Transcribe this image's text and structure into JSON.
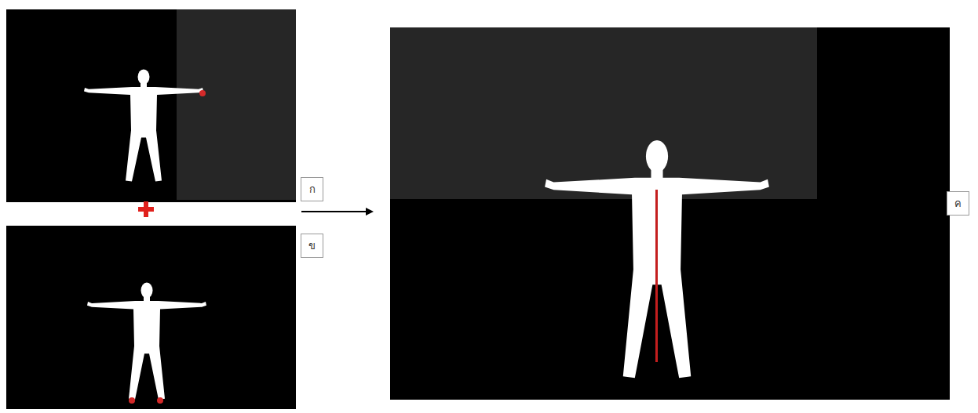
{
  "diagram": {
    "nodes": [
      {
        "text": [
          "ก"
        ]
      },
      {
        "text": [
          "ข"
        ]
      },
      {
        "text": [
          "ค"
        ]
      }
    ]
  }
}
